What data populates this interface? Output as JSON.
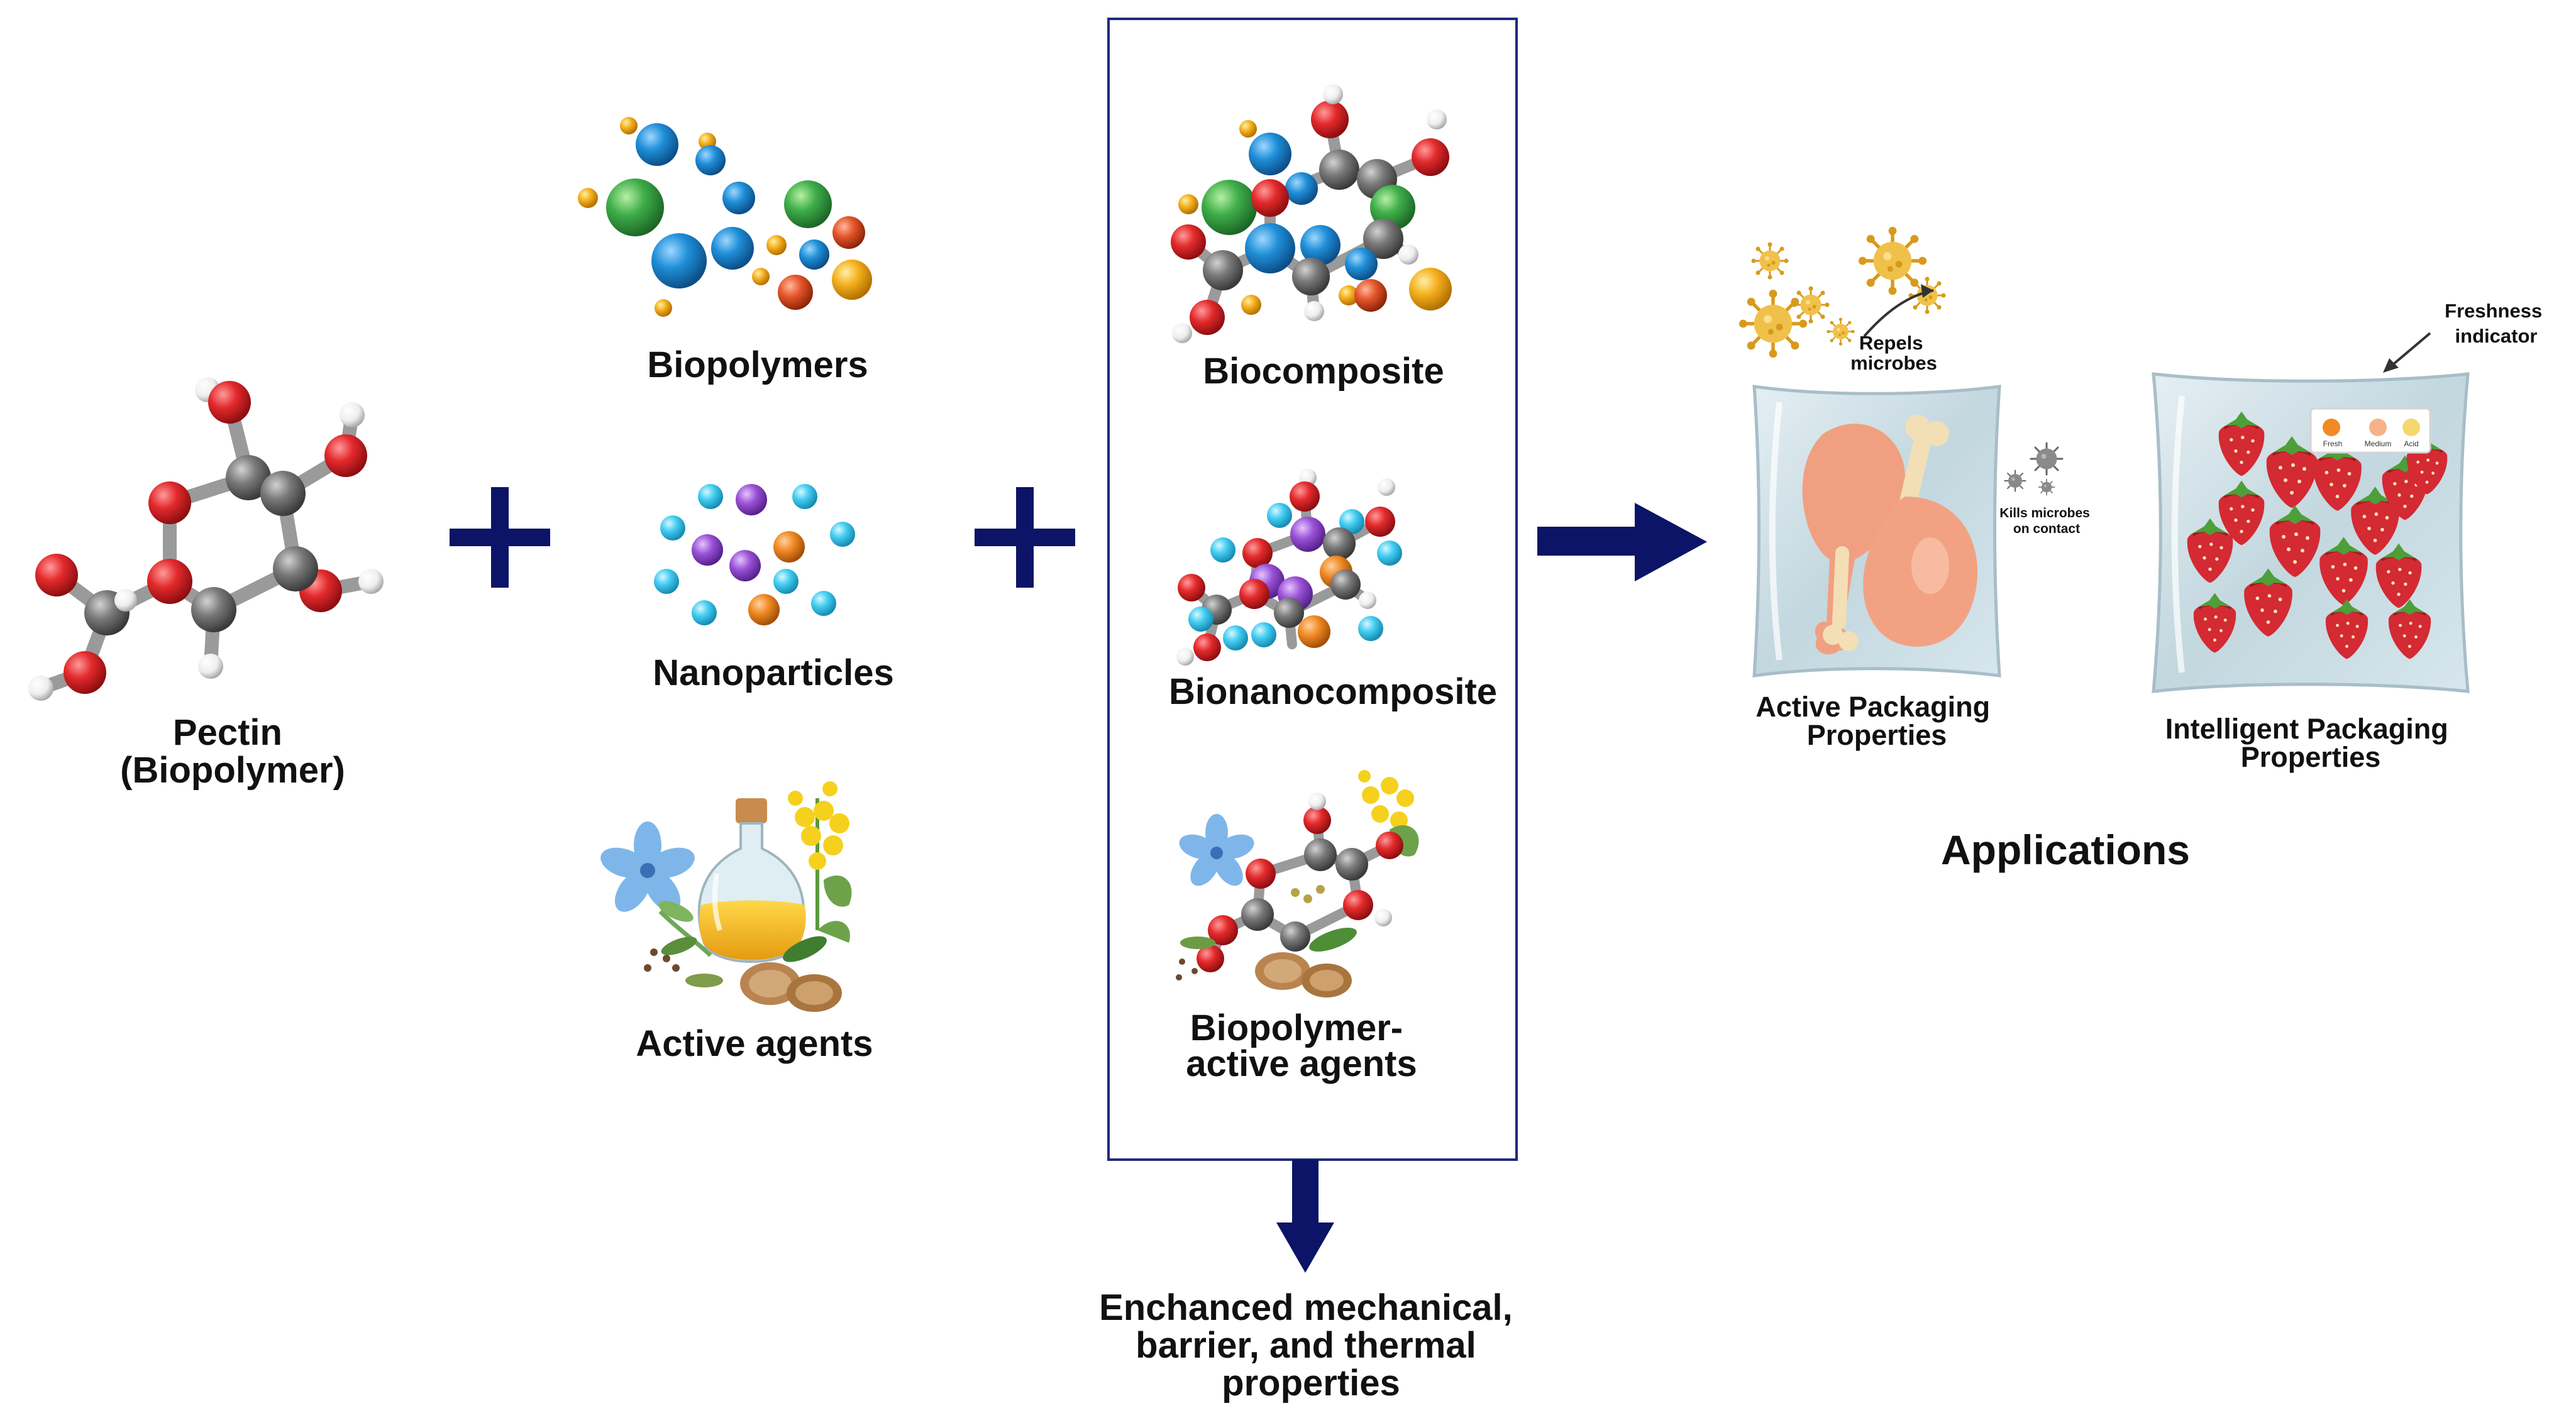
{
  "colors": {
    "arrow": "#0b1466",
    "box_border": "#1f2a7a",
    "oxygen": "#d8282b",
    "carbon": "#707070",
    "hydrogen": "#f2f2f2",
    "blue_sphere": "#1f8fd8",
    "green_sphere": "#3fae4a",
    "orange_sphere": "#f08a24",
    "yellow_sphere": "#f5b01e",
    "cyan_sphere": "#43cdf2",
    "purple_sphere": "#9a52d6",
    "bag": "#cfdfe6",
    "microbe": "#e9b43c",
    "microbe_gray": "#7a7a7a",
    "meat": "#f2a283",
    "bone": "#f3dfb6",
    "strawberry": "#d32a33",
    "leaf": "#4e9e3a"
  },
  "labels": {
    "pectin": [
      "Pectin",
      "(Biopolymer)"
    ],
    "biopolymers": "Biopolymers",
    "nanoparticles": "Nanoparticles",
    "active_agents": "Active agents",
    "biocomposite": "Biocomposite",
    "bionanocomposite": "Bionanocomposite",
    "biopolymer_active": [
      "Biopolymer-",
      "active agents"
    ],
    "enhanced": [
      "Enchanced mechanical,",
      "barrier, and thermal",
      "properties"
    ],
    "repels": [
      "Repels",
      "microbes"
    ],
    "kills": [
      "Kills microbes",
      "on contact"
    ],
    "active_packaging": [
      "Active Packaging",
      "Properties"
    ],
    "freshness": [
      "Freshness",
      "indicator"
    ],
    "indicator_levels": [
      "Fresh",
      "Medium",
      "Acid"
    ],
    "intelligent_packaging": [
      "Intelligent Packaging",
      "Properties"
    ],
    "applications": "Applications"
  },
  "icons": [
    "plus-icon",
    "right-arrow-icon",
    "down-arrow-icon",
    "molecule-icon",
    "sphere-cluster-icon",
    "oil-bottle-icon",
    "flower-icon",
    "walnut-icon",
    "microbe-icon",
    "chicken-leg-icon",
    "strawberry-icon",
    "packaging-bag-icon"
  ]
}
